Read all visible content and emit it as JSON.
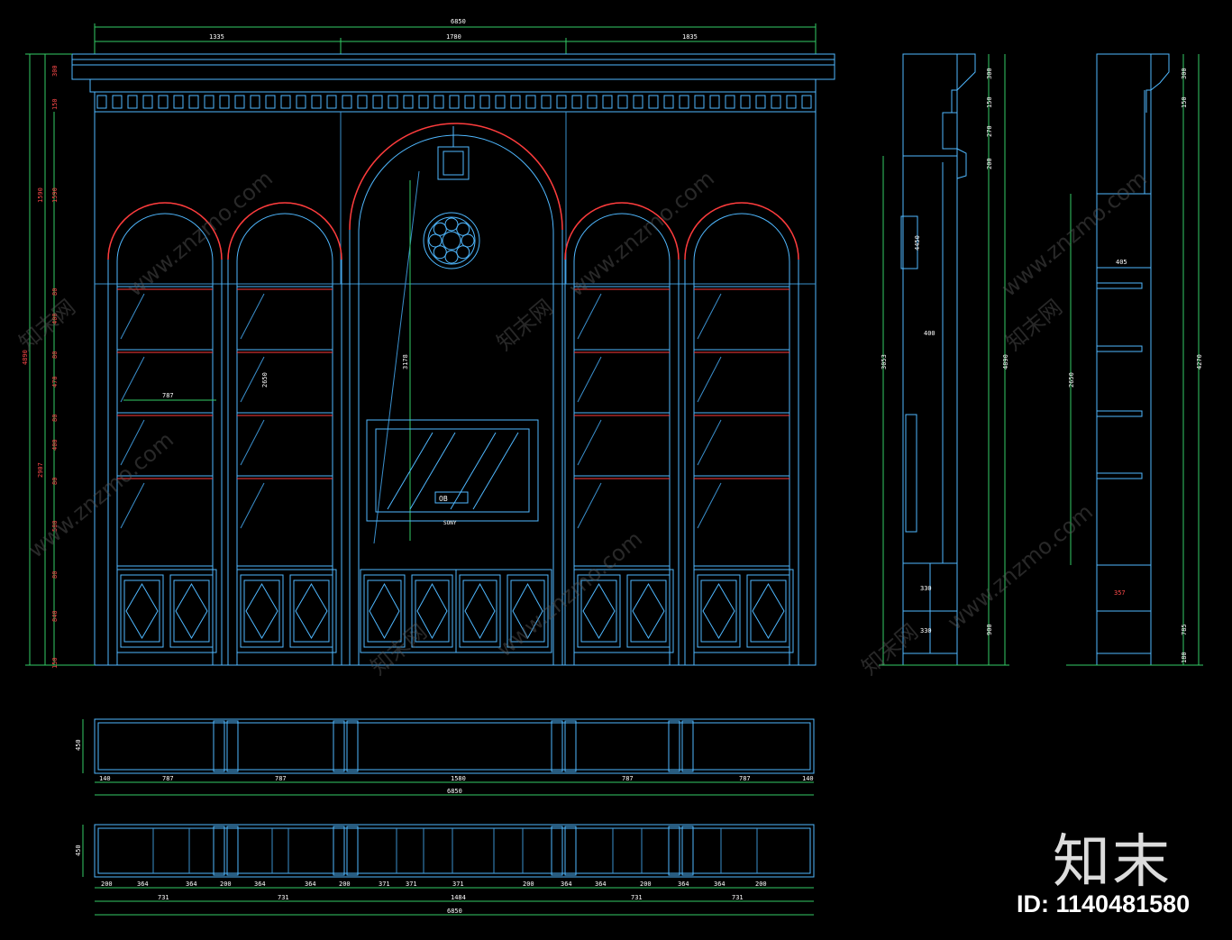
{
  "front_elevation": {
    "overall_width": "6850",
    "segments_top": [
      "1335",
      "1780",
      "1835"
    ],
    "left_heights": [
      "300",
      "150",
      "1590",
      "80",
      "400",
      "80",
      "470",
      "80",
      "400",
      "80",
      "580",
      "80",
      "840",
      "150"
    ],
    "left_totals": [
      "1590",
      "4890",
      "2907"
    ],
    "interior_heights": [
      "2650",
      "3178"
    ],
    "shelf_width_label": "787",
    "tv_brand": "SONY",
    "tv_label": "OB"
  },
  "side_section_1": {
    "heights": [
      "300",
      "150",
      "270",
      "200",
      "4890",
      "3053"
    ],
    "inner_labels": [
      "4450",
      "400",
      "330",
      "330"
    ],
    "bottom_label": "900"
  },
  "side_section_2": {
    "heights": [
      "300",
      "150",
      "4270",
      "2650",
      "785",
      "180"
    ],
    "inner_labels": [
      "405",
      "357"
    ]
  },
  "plan_1": {
    "depth": "450",
    "widths": [
      "140",
      "787",
      "787",
      "1580",
      "787",
      "787",
      "140"
    ],
    "total": "6850"
  },
  "plan_2": {
    "depth": "450",
    "widths": [
      "200",
      "364",
      "364",
      "200",
      "364",
      "364",
      "200",
      "371",
      "371",
      "371",
      "200",
      "364",
      "364",
      "200",
      "364",
      "364",
      "200"
    ],
    "group_widths": [
      "731",
      "731",
      "1484",
      "731",
      "731"
    ],
    "total": "6850"
  },
  "watermarks": [
    "www.znzmo.com",
    "知末网"
  ],
  "brand": {
    "logo_text": "知末",
    "id_text": "ID: 1140481580"
  },
  "colors": {
    "background": "#000000",
    "linework": "#4fb8ff",
    "accent": "#ff3b3b",
    "dimension": "#33cc66",
    "text": "#ffffff"
  }
}
